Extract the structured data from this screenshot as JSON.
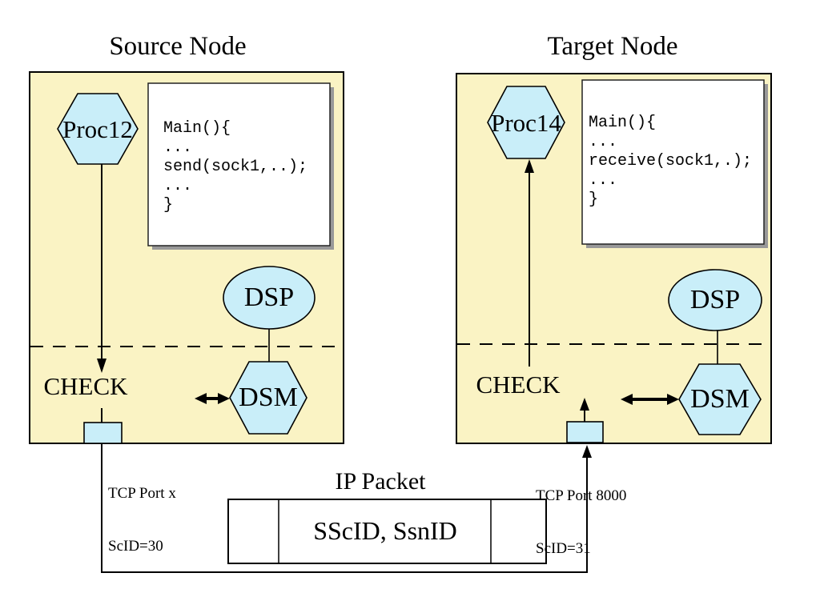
{
  "colors": {
    "node_fill": "#FAF3C4",
    "shape_fill": "#C9EEF9",
    "code_box_fill": "#FFFFFF",
    "code_box_shadow": "#999999",
    "line": "#000000",
    "background": "#FFFFFF"
  },
  "source_node": {
    "title": "Source Node",
    "process_label": "Proc12",
    "code": "Main(){\n...\nsend(sock1,..);\n...\n}",
    "dsp_label": "DSP",
    "dsm_label": "DSM",
    "check_label": "CHECK",
    "port_caption_line1": "TCP Port x",
    "port_caption_line2": "ScID=30"
  },
  "target_node": {
    "title": "Target Node",
    "process_label": "Proc14",
    "code": "Main(){\n...\nreceive(sock1,.);\n...\n}",
    "dsp_label": "DSP",
    "dsm_label": "DSM",
    "check_label": "CHECK",
    "port_caption_line1": "TCP Port 8000",
    "port_caption_line2": "ScID=31"
  },
  "packet": {
    "title": "IP Packet",
    "payload_label": "SScID, SsnID"
  }
}
